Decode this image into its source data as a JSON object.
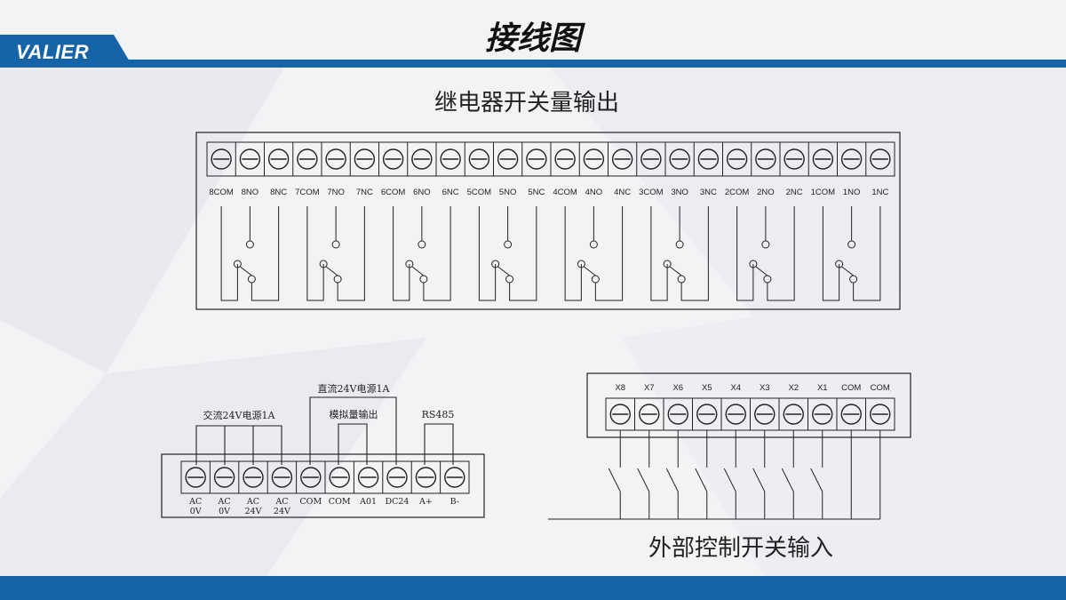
{
  "header": {
    "brand": "VALIER",
    "title": "接线图"
  },
  "colors": {
    "brand_blue": "#1664a8",
    "line": "#222222",
    "background": "#f2f3f5"
  },
  "relay_block": {
    "caption": "继电器开关量输出",
    "terminals": [
      "8COM",
      "8NO",
      "8NC",
      "7COM",
      "7NO",
      "7NC",
      "6COM",
      "6NO",
      "6NC",
      "5COM",
      "5NO",
      "5NC",
      "4COM",
      "4NO",
      "4NC",
      "3COM",
      "3NO",
      "3NC",
      "2COM",
      "2NO",
      "2NC",
      "1COM",
      "1NO",
      "1NC"
    ]
  },
  "power_block": {
    "label_ac": "交流24V电源1A",
    "label_dc": "直流24V电源1A",
    "label_analog": "模拟量输出",
    "label_rs485": "RS485",
    "terminals": [
      [
        "AC",
        "0V"
      ],
      [
        "AC",
        "0V"
      ],
      [
        "AC",
        "24V"
      ],
      [
        "AC",
        "24V"
      ],
      [
        "COM"
      ],
      [
        "COM"
      ],
      [
        "A01"
      ],
      [
        "DC24"
      ],
      [
        "A+"
      ],
      [
        "B-"
      ]
    ]
  },
  "input_block": {
    "caption": "外部控制开关输入",
    "terminals": [
      "X8",
      "X7",
      "X6",
      "X5",
      "X4",
      "X3",
      "X2",
      "X1",
      "COM",
      "COM"
    ]
  }
}
